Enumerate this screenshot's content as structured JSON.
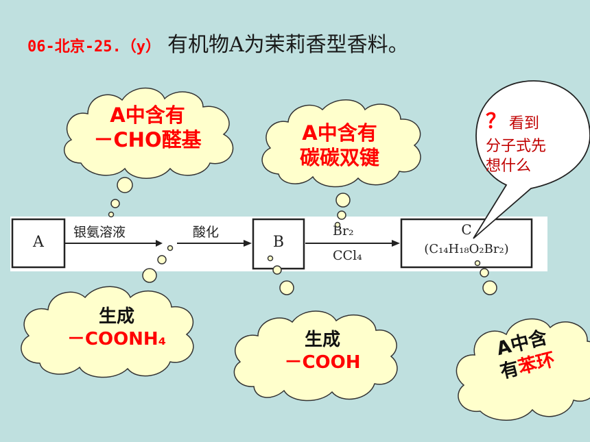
{
  "title": {
    "code": "06-北京-25.（y）",
    "text": "有机物A为茉莉香型香料。"
  },
  "flow": {
    "box_a": "A",
    "arrow1_label": "银氨溶液",
    "arrow2_label": "酸化",
    "box_b": "B",
    "arrow3_top": "Br₂",
    "arrow3_bottom": "CCl₄",
    "box_c": "C",
    "box_c_formula": "(C₁₄H₁₈O₂Br₂)"
  },
  "clouds": {
    "cho_line1": "A中含有",
    "cho_line2": "－CHO醛基",
    "double_bond_line1": "A中含有",
    "double_bond_line2": "碳碳双键",
    "coonh4_line1": "生成",
    "coonh4_line2": "－COONH₄",
    "cooh_line1": "生成",
    "cooh_line2": "－COOH",
    "benzene_line1": "A中含",
    "benzene_line2_prefix": "有",
    "benzene_line2_highlight": "苯环"
  },
  "callout": {
    "mark": "？",
    "line1": "看到",
    "line2": "分子式先",
    "line3": "想什么"
  },
  "colors": {
    "background": "#bfe0df",
    "cloud_fill": "#ffffcc",
    "accent_red": "#ff0000",
    "callout_text": "#c00000"
  }
}
